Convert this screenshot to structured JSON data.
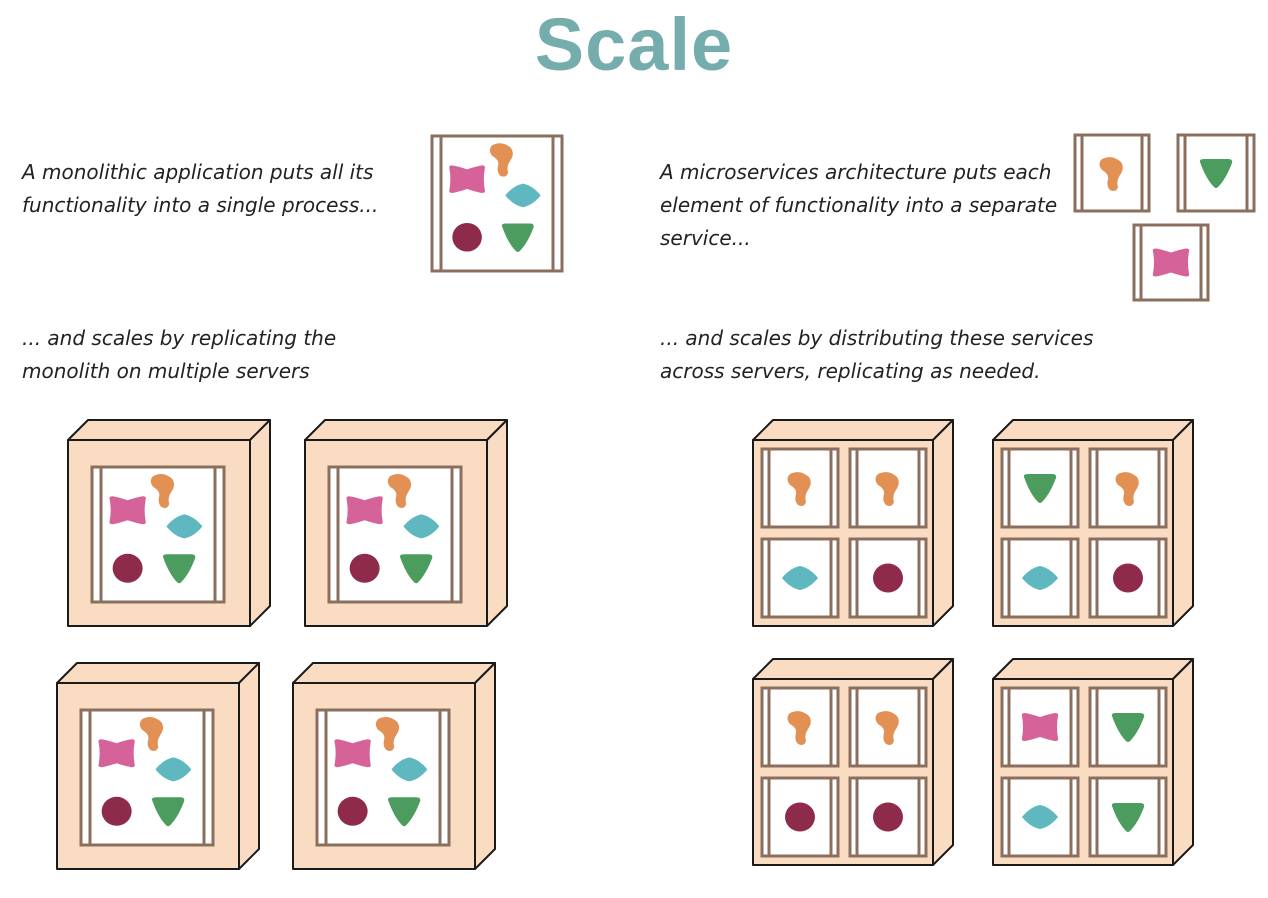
{
  "title": "Scale",
  "captions": {
    "monolith_intro": "A monolithic application puts all its functionality into a single process...",
    "micro_intro": "A microservices architecture puts each element of functionality into a separate service...",
    "monolith_scale": "... and scales by replicating the monolith on multiple servers",
    "micro_scale": "... and scales by distributing these services across servers, replicating as needed."
  },
  "colors": {
    "title": "#75adac",
    "frame": "#8b6f5e",
    "server_fill": "#f9dcc2",
    "server_stroke": "#1a1a1a",
    "pink": "#d5639a",
    "orange": "#e29054",
    "teal": "#5fb8c0",
    "maroon": "#8e2b4b",
    "green": "#4b9c5e"
  },
  "shapes": {
    "pink": "pink-bowtie",
    "orange": "orange-blob",
    "teal": "teal-diamond",
    "maroon": "maroon-circle",
    "green": "green-triangle"
  },
  "monolith_servers": [
    {
      "components": [
        "pink",
        "orange",
        "teal",
        "maroon",
        "green"
      ]
    },
    {
      "components": [
        "pink",
        "orange",
        "teal",
        "maroon",
        "green"
      ]
    },
    {
      "components": [
        "pink",
        "orange",
        "teal",
        "maroon",
        "green"
      ]
    },
    {
      "components": [
        "pink",
        "orange",
        "teal",
        "maroon",
        "green"
      ]
    }
  ],
  "microservice_servers": [
    {
      "services": [
        "orange",
        "orange",
        "teal",
        "maroon"
      ]
    },
    {
      "services": [
        "green",
        "orange",
        "teal",
        "maroon"
      ]
    },
    {
      "services": [
        "orange",
        "orange",
        "maroon",
        "maroon"
      ]
    },
    {
      "services": [
        "pink",
        "green",
        "teal",
        "green"
      ]
    }
  ]
}
